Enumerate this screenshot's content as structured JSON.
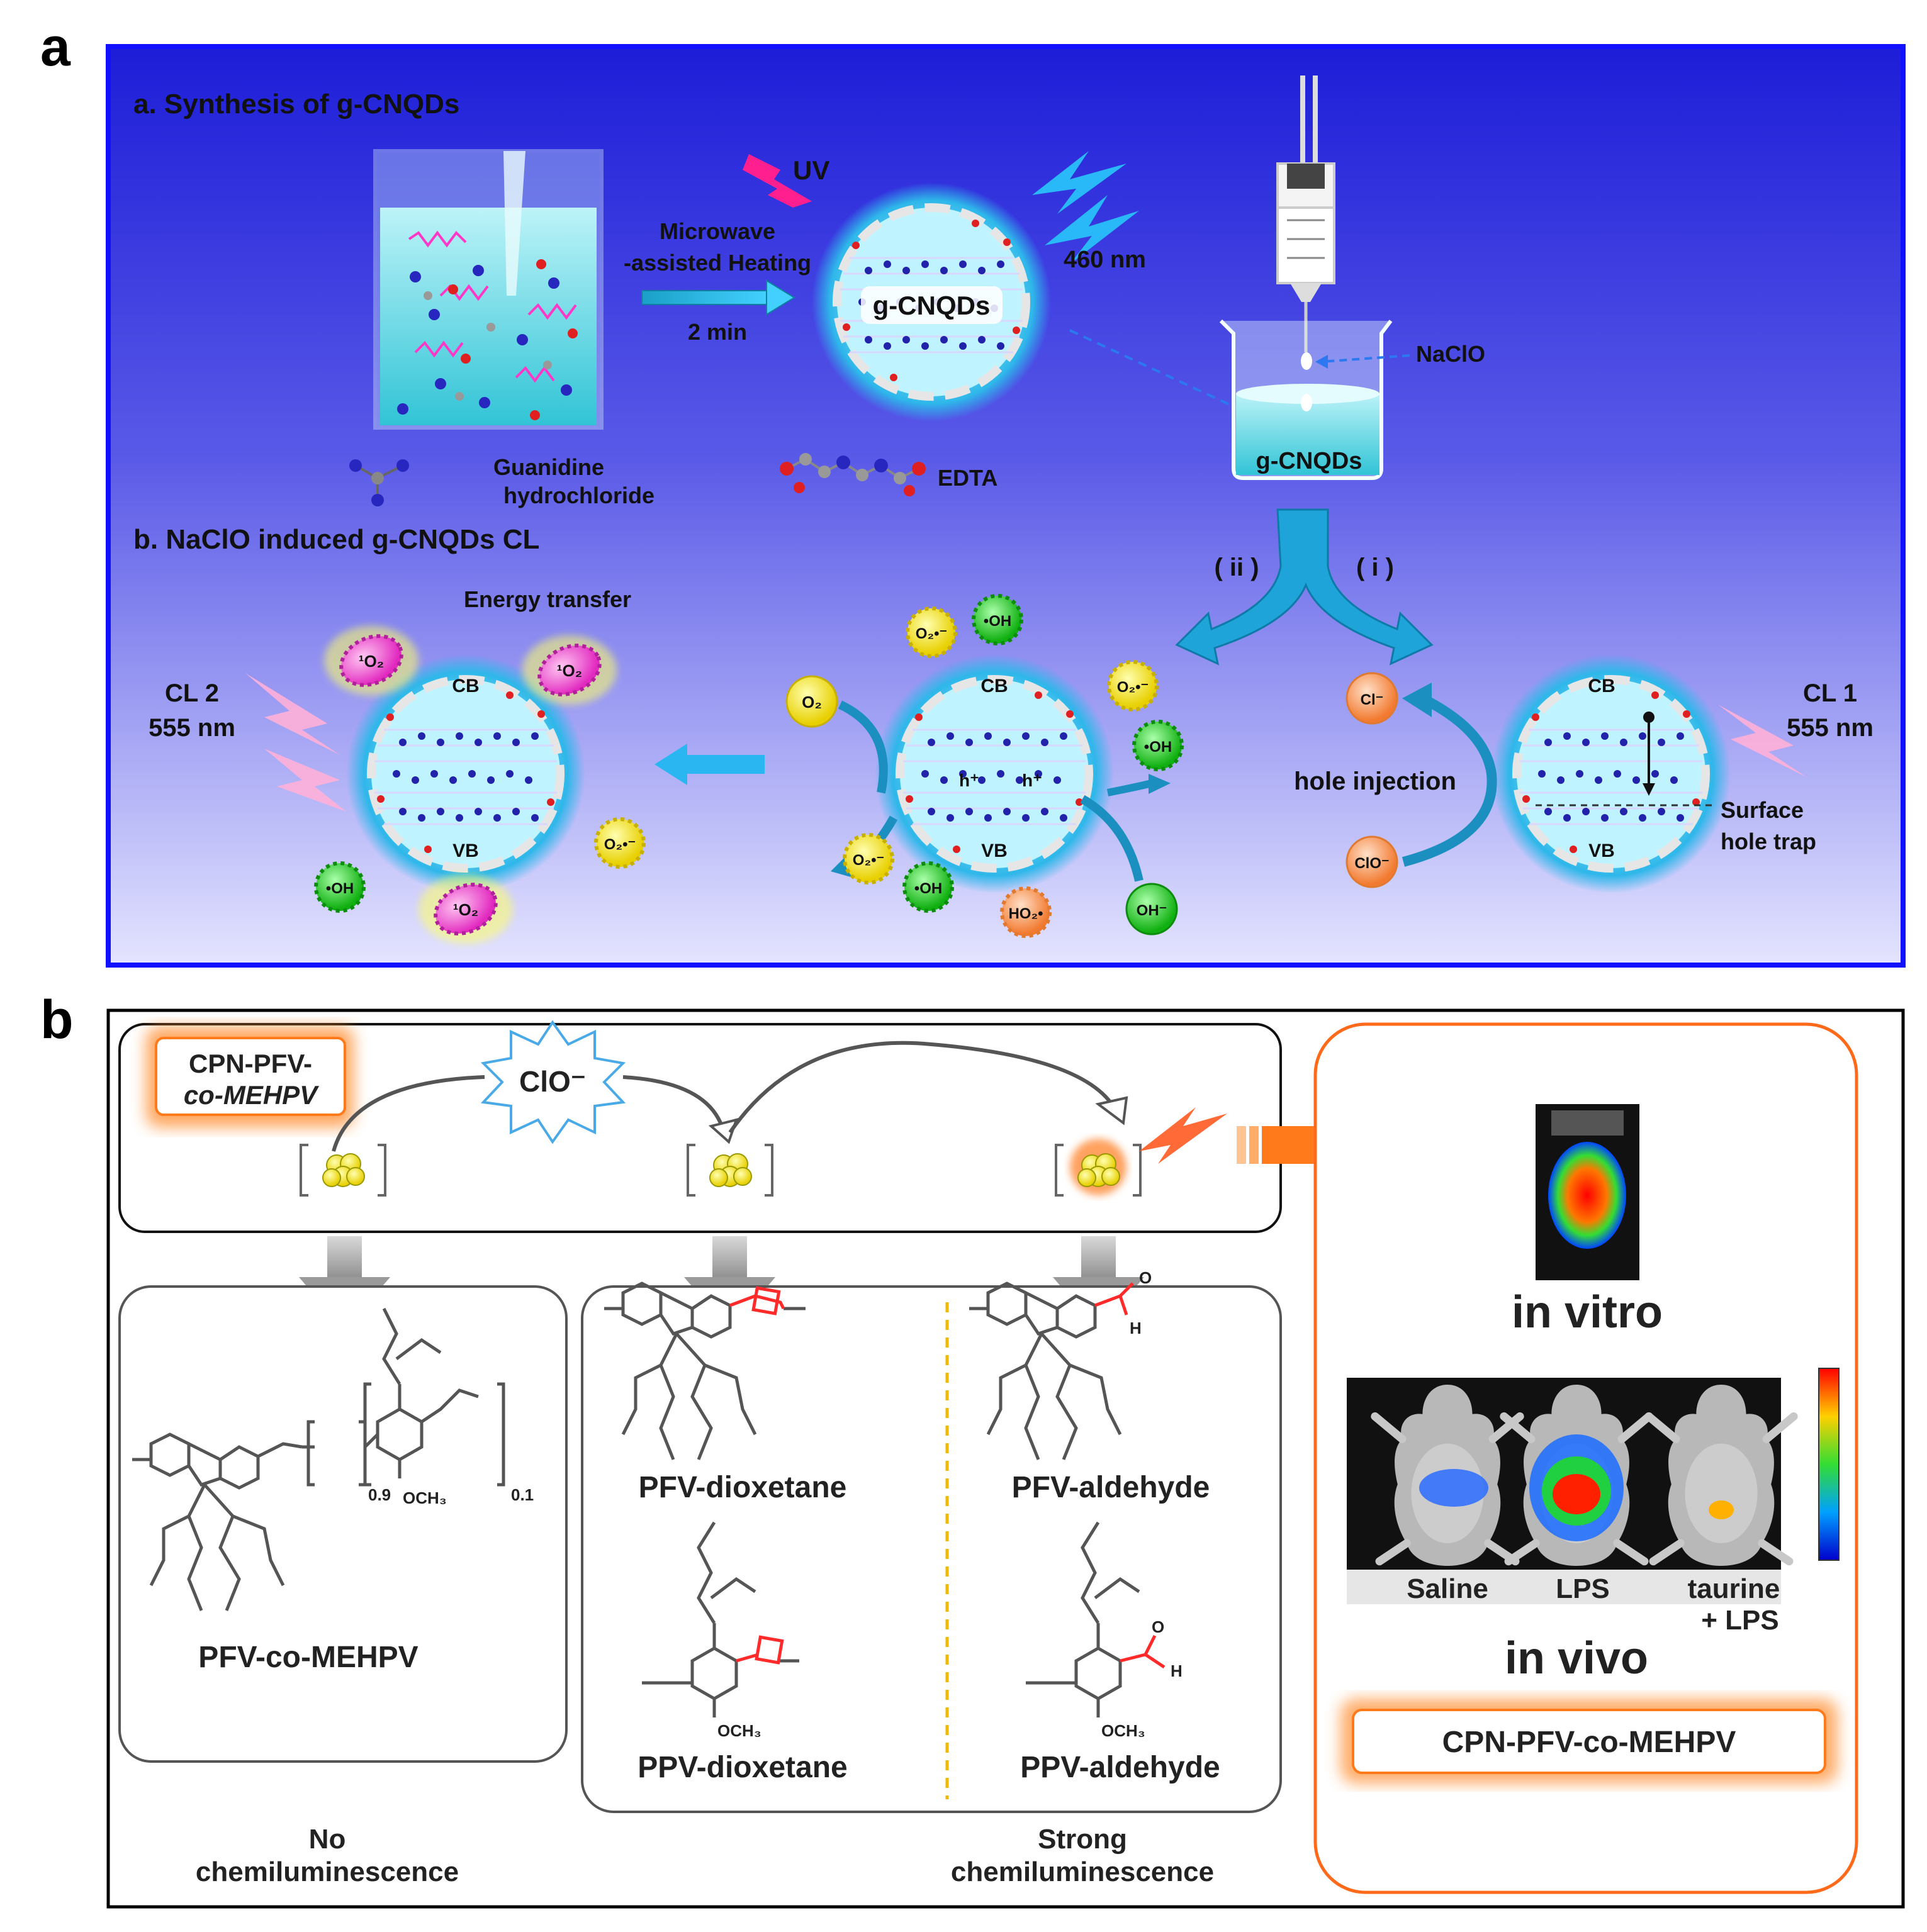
{
  "panel_a": {
    "letter": "a",
    "section_a_title": "a. Synthesis of g-CNQDs",
    "section_b_title": "b. NaClO induced g-CNQDs CL",
    "uv": "UV",
    "microwave_line1": "Microwave",
    "microwave_line2": "-assisted Heating",
    "time": "2 min",
    "qd_label": "g-CNQDs",
    "emission_wavelength": "460 nm",
    "naclo": "NaClO",
    "beaker_label": "g-CNQDs",
    "guanidine_line1": "Guanidine",
    "guanidine_line2": "hydrochloride",
    "edta": "EDTA",
    "route_ii": "( ii )",
    "route_i": "( i )",
    "energy_transfer": "Energy transfer",
    "cl2_line1": "CL 2",
    "cl2_line2": "555 nm",
    "cl1_line1": "CL 1",
    "cl1_line2": "555 nm",
    "hole_injection": "hole injection",
    "surface_line1": "Surface",
    "surface_line2": "hole trap",
    "cb": "CB",
    "vb": "VB",
    "h_plus": "h⁺",
    "species": {
      "o2": "O₂",
      "cl_minus": "Cl⁻",
      "clo_minus": "ClO⁻",
      "oh_radical": "•OH",
      "superoxide": "O₂•⁻",
      "singlet_o2": "¹O₂",
      "ho2": "HO₂•",
      "oh_minus": "OH⁻"
    }
  },
  "panel_b": {
    "letter": "b",
    "cpn_line1": "CPN-PFV-",
    "cpn_line2": "co-MEHPV",
    "clo": "ClO⁻",
    "pfv_co_mehpv": "PFV-co-MEHPV",
    "sub_09": "0.9",
    "sub_01": "0.1",
    "och3": "OCH₃",
    "pfv_dioxetane": "PFV-dioxetane",
    "ppv_dioxetane": "PPV-dioxetane",
    "pfv_aldehyde": "PFV-aldehyde",
    "ppv_aldehyde": "PPV-aldehyde",
    "aldehyde_o": "O",
    "aldehyde_h": "H",
    "no_cl_line1": "No",
    "no_cl_line2": "chemiluminescence",
    "strong_cl_line1": "Strong",
    "strong_cl_line2": "chemiluminescence",
    "in_vitro": "in vitro",
    "in_vivo": "in vivo",
    "saline": "Saline",
    "lps": "LPS",
    "taurine_line1": "taurine",
    "taurine_line2": "+ LPS",
    "cpn_box": "CPN-PFV-co-MEHPV"
  },
  "colors": {
    "panel_a_top": "#1d1dd8",
    "panel_a_bottom": "#e4e4ff",
    "cyan": "#1fb8f0",
    "magenta": "#ff1f8f",
    "orange": "#ff7a1a",
    "red": "#ff1010"
  }
}
